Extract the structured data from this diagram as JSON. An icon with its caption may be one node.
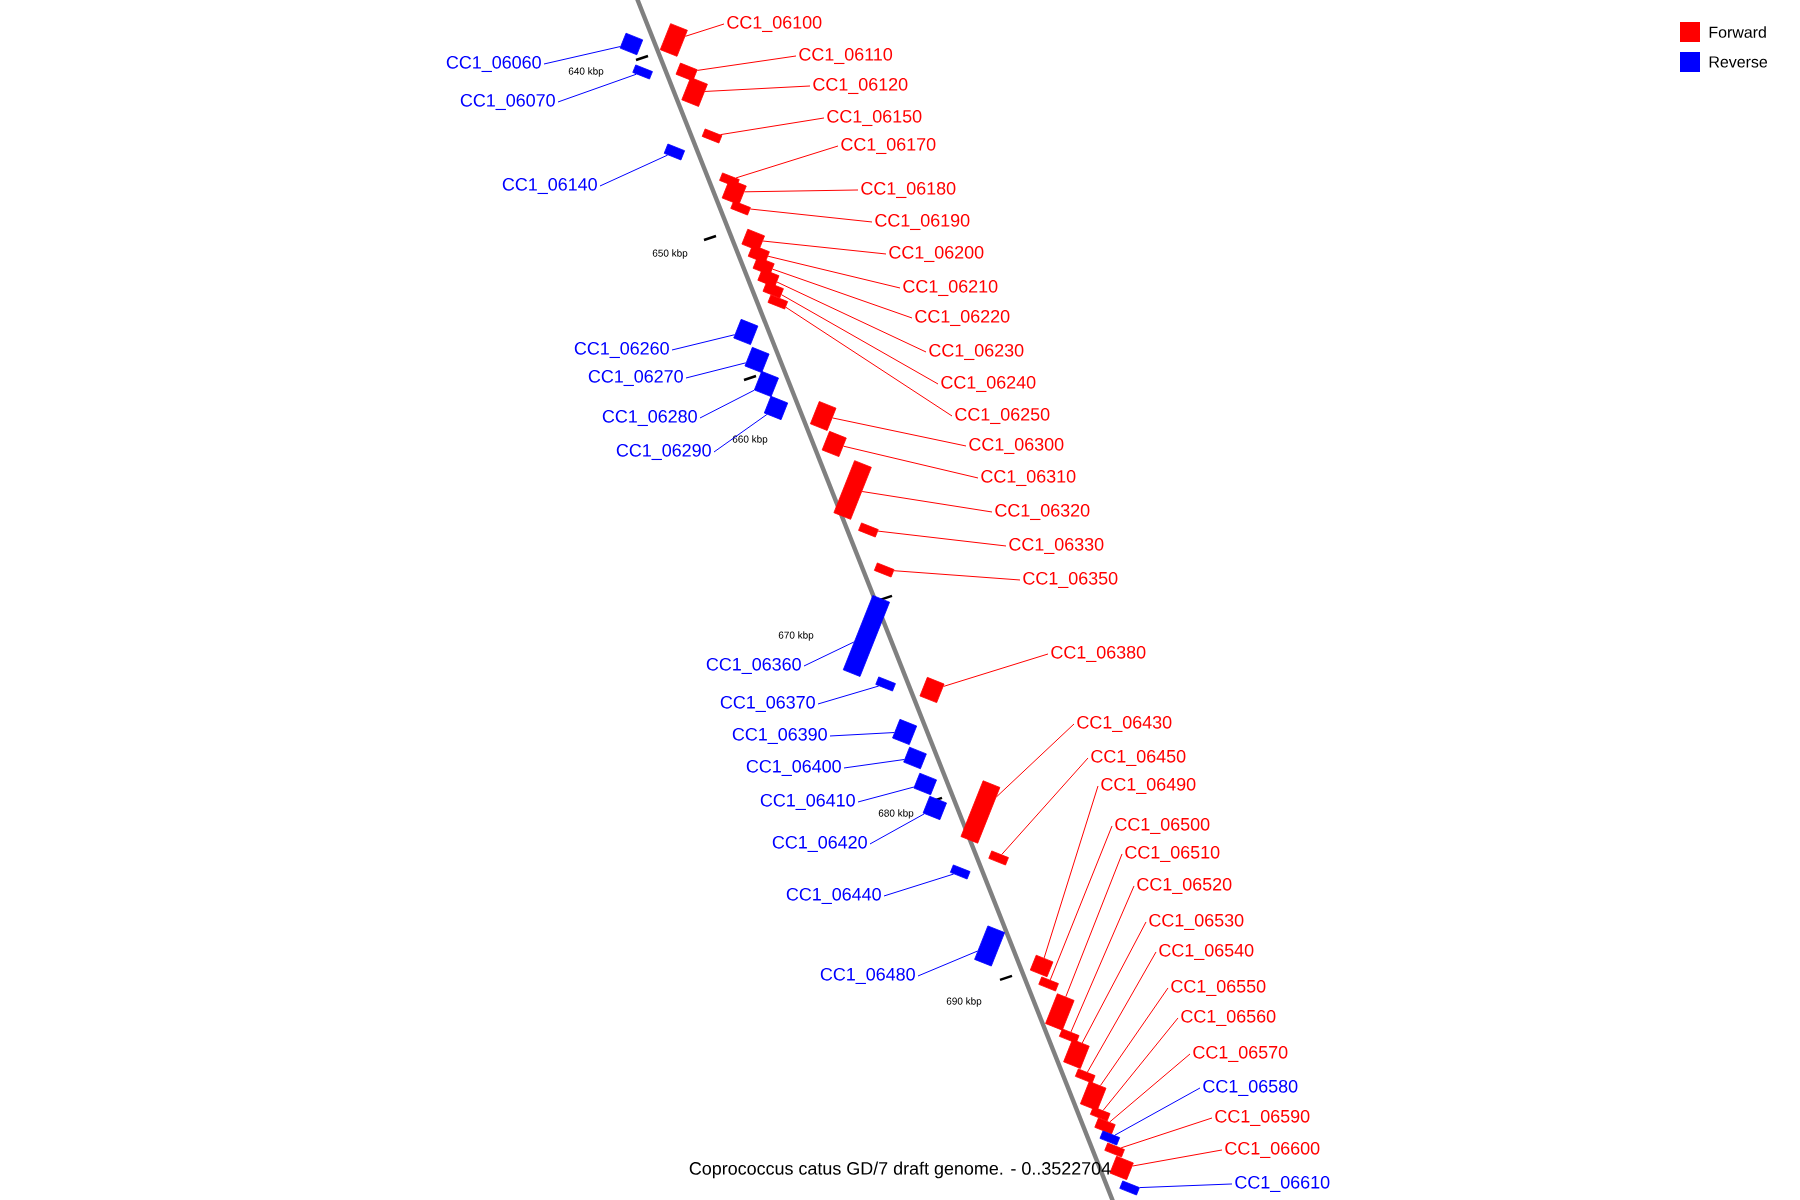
{
  "diagram": {
    "caption": "Coprococcus catus GD/7 draft genome. - 0..3522704",
    "nodes": [
      {
        "text": [
          "CC1_06060"
        ]
      },
      {
        "text": [],
        "shape": "box"
      },
      {
        "text": [
          "CC1_06070"
        ]
      },
      {
        "text": [],
        "shape": "box"
      },
      {
        "text": [
          "CC1_06100"
        ]
      },
      {
        "text": [],
        "shape": "box"
      },
      {
        "text": [
          "CC1_06110"
        ]
      },
      {
        "text": [],
        "shape": "box"
      },
      {
        "text": [
          "CC1_06120"
        ]
      },
      {
        "text": [],
        "shape": "box"
      },
      {
        "text": [
          "CC1_06140"
        ]
      },
      {
        "text": [],
        "shape": "box"
      },
      {
        "text": [
          "CC1_06150"
        ]
      },
      {
        "text": [],
        "shape": "box"
      },
      {
        "text": [
          "CC1_06170"
        ]
      },
      {
        "text": [],
        "shape": "box"
      },
      {
        "text": [
          "CC1_06180"
        ]
      },
      {
        "text": [],
        "shape": "box"
      },
      {
        "text": [
          "CC1_06190"
        ]
      },
      {
        "text": [],
        "shape": "box"
      },
      {
        "text": [
          "CC1_06200"
        ]
      },
      {
        "text": [],
        "shape": "box"
      },
      {
        "text": [
          "CC1_06210"
        ]
      },
      {
        "text": [],
        "shape": "box"
      },
      {
        "text": [
          "CC1_06220"
        ]
      },
      {
        "text": [],
        "shape": "box"
      },
      {
        "text": [
          "CC1_06230"
        ]
      },
      {
        "text": [],
        "shape": "box"
      },
      {
        "text": [
          "CC1_06240"
        ]
      },
      {
        "text": [],
        "shape": "box"
      },
      {
        "text": [
          "CC1_06250"
        ]
      },
      {
        "text": [],
        "shape": "box"
      },
      {
        "text": [
          "CC1_06260"
        ]
      },
      {
        "text": [],
        "shape": "box"
      },
      {
        "text": [
          "CC1_06270"
        ]
      },
      {
        "text": [],
        "shape": "box"
      },
      {
        "text": [
          "CC1_06280"
        ]
      },
      {
        "text": [],
        "shape": "box"
      },
      {
        "text": [
          "CC1_06290"
        ]
      },
      {
        "text": [],
        "shape": "box"
      },
      {
        "text": [
          "CC1_06300"
        ]
      },
      {
        "text": [],
        "shape": "box"
      },
      {
        "text": [
          "CC1_06310"
        ]
      },
      {
        "text": [],
        "shape": "box"
      },
      {
        "text": [
          "CC1_06320"
        ]
      },
      {
        "text": [],
        "shape": "box"
      },
      {
        "text": [
          "CC1_06330"
        ]
      },
      {
        "text": [],
        "shape": "box"
      },
      {
        "text": [
          "CC1_06350"
        ]
      },
      {
        "text": [],
        "shape": "box"
      },
      {
        "text": [
          "CC1_06360"
        ]
      },
      {
        "text": [],
        "shape": "box"
      },
      {
        "text": [
          "CC1_06370"
        ]
      },
      {
        "text": [],
        "shape": "box"
      },
      {
        "text": [
          "CC1_06380"
        ]
      },
      {
        "text": [],
        "shape": "box"
      },
      {
        "text": [
          "CC1_06390"
        ]
      },
      {
        "text": [],
        "shape": "box"
      },
      {
        "text": [
          "CC1_06400"
        ]
      },
      {
        "text": [],
        "shape": "box"
      },
      {
        "text": [
          "CC1_06410"
        ]
      },
      {
        "text": [],
        "shape": "box"
      },
      {
        "text": [
          "CC1_06420"
        ]
      },
      {
        "text": [],
        "shape": "box"
      },
      {
        "text": [
          "CC1_06430"
        ]
      },
      {
        "text": [],
        "shape": "box"
      },
      {
        "text": [
          "CC1_06440"
        ]
      },
      {
        "text": [],
        "shape": "box"
      },
      {
        "text": [
          "CC1_06450"
        ]
      },
      {
        "text": [],
        "shape": "box"
      },
      {
        "text": [
          "CC1_06480"
        ]
      },
      {
        "text": [],
        "shape": "box"
      },
      {
        "text": [
          "CC1_06490"
        ]
      },
      {
        "text": [],
        "shape": "box"
      },
      {
        "text": [
          "CC1_06500"
        ]
      },
      {
        "text": [],
        "shape": "box"
      },
      {
        "text": [
          "CC1_06510"
        ]
      },
      {
        "text": [],
        "shape": "box"
      },
      {
        "text": [
          "CC1_06520"
        ]
      },
      {
        "text": [],
        "shape": "box"
      },
      {
        "text": [
          "CC1_06530"
        ]
      },
      {
        "text": [],
        "shape": "box"
      },
      {
        "text": [
          "CC1_06540"
        ]
      },
      {
        "text": [],
        "shape": "box"
      },
      {
        "text": [
          "CC1_06550"
        ]
      },
      {
        "text": [],
        "shape": "box"
      },
      {
        "text": [
          "CC1_06560"
        ]
      },
      {
        "text": [],
        "shape": "box"
      },
      {
        "text": [
          "CC1_06570"
        ]
      },
      {
        "text": [],
        "shape": "box"
      },
      {
        "text": [
          "CC1_06580"
        ]
      },
      {
        "text": [],
        "shape": "box"
      },
      {
        "text": [
          "CC1_06590"
        ]
      },
      {
        "text": [],
        "shape": "box"
      },
      {
        "text": [
          "CC1_06600"
        ]
      },
      {
        "text": [],
        "shape": "box"
      },
      {
        "text": [
          "CC1_06610"
        ]
      },
      {
        "text": [],
        "shape": "box"
      }
    ],
    "edges": [
      {
        "from": 0,
        "to": 1,
        "arrow": "none",
        "color": "#0000ff"
      },
      {
        "from": 2,
        "to": 3,
        "arrow": "none",
        "color": "#0000ff"
      },
      {
        "from": 4,
        "to": 5,
        "arrow": "none"
      },
      {
        "from": 6,
        "to": 7,
        "arrow": "none"
      },
      {
        "from": 8,
        "to": 9,
        "arrow": "none"
      },
      {
        "from": 10,
        "to": 11,
        "arrow": "none",
        "color": "#0000ff"
      },
      {
        "from": 12,
        "to": 13,
        "arrow": "none"
      },
      {
        "from": 14,
        "to": 15,
        "arrow": "none"
      },
      {
        "from": 16,
        "to": 17,
        "arrow": "none"
      },
      {
        "from": 18,
        "to": 19,
        "arrow": "none"
      },
      {
        "from": 20,
        "to": 21,
        "arrow": "none"
      },
      {
        "from": 22,
        "to": 23,
        "arrow": "none"
      },
      {
        "from": 24,
        "to": 25,
        "arrow": "none"
      },
      {
        "from": 26,
        "to": 27,
        "arrow": "none"
      },
      {
        "from": 28,
        "to": 29,
        "arrow": "none"
      },
      {
        "from": 30,
        "to": 31,
        "arrow": "none"
      },
      {
        "from": 32,
        "to": 33,
        "arrow": "none",
        "color": "#0000ff"
      },
      {
        "from": 34,
        "to": 35,
        "arrow": "none",
        "color": "#0000ff"
      },
      {
        "from": 36,
        "to": 37,
        "arrow": "none",
        "color": "#0000ff"
      },
      {
        "from": 38,
        "to": 39,
        "arrow": "none",
        "color": "#0000ff"
      },
      {
        "from": 40,
        "to": 41,
        "arrow": "none"
      },
      {
        "from": 42,
        "to": 43,
        "arrow": "none"
      },
      {
        "from": 44,
        "to": 45,
        "arrow": "none"
      },
      {
        "from": 46,
        "to": 47,
        "arrow": "none"
      },
      {
        "from": 48,
        "to": 49,
        "arrow": "none"
      },
      {
        "from": 50,
        "to": 51,
        "arrow": "none",
        "color": "#0000ff"
      },
      {
        "from": 52,
        "to": 53,
        "arrow": "none",
        "color": "#0000ff"
      },
      {
        "from": 54,
        "to": 55,
        "arrow": "none"
      },
      {
        "from": 56,
        "to": 57,
        "arrow": "none",
        "color": "#0000ff"
      },
      {
        "from": 58,
        "to": 59,
        "arrow": "none",
        "color": "#0000ff"
      },
      {
        "from": 60,
        "to": 61,
        "arrow": "none",
        "color": "#0000ff"
      },
      {
        "from": 62,
        "to": 63,
        "arrow": "none",
        "color": "#0000ff"
      },
      {
        "from": 64,
        "to": 65,
        "arrow": "none"
      },
      {
        "from": 66,
        "to": 67,
        "arrow": "none",
        "color": "#0000ff"
      },
      {
        "from": 68,
        "to": 69,
        "arrow": "none"
      },
      {
        "from": 70,
        "to": 71,
        "arrow": "none",
        "color": "#0000ff"
      },
      {
        "from": 72,
        "to": 73,
        "arrow": "none"
      },
      {
        "from": 74,
        "to": 75,
        "arrow": "none"
      },
      {
        "from": 76,
        "to": 77,
        "arrow": "none"
      },
      {
        "from": 78,
        "to": 79,
        "arrow": "none"
      },
      {
        "from": 80,
        "to": 81,
        "arrow": "none"
      },
      {
        "from": 82,
        "to": 83,
        "arrow": "none"
      },
      {
        "from": 84,
        "to": 85,
        "arrow": "none"
      },
      {
        "from": 86,
        "to": 87,
        "arrow": "none"
      },
      {
        "from": 88,
        "to": 89,
        "arrow": "none"
      },
      {
        "from": 90,
        "to": 91,
        "arrow": "none",
        "color": "#0000ff"
      },
      {
        "from": 92,
        "to": 93,
        "arrow": "none"
      },
      {
        "from": 94,
        "to": 95,
        "arrow": "none"
      },
      {
        "from": 96,
        "to": 97,
        "arrow": "none",
        "color": "#0000ff"
      }
    ],
    "labels": [
      "640 kbp",
      "650 kbp",
      "660 kbp",
      "670 kbp",
      "680 kbp",
      "690 kbp"
    ],
    "legend": [
      {
        "text": "Forward",
        "color": "#ff0000"
      },
      {
        "text": "Reverse",
        "color": "#0000ff"
      }
    ]
  }
}
